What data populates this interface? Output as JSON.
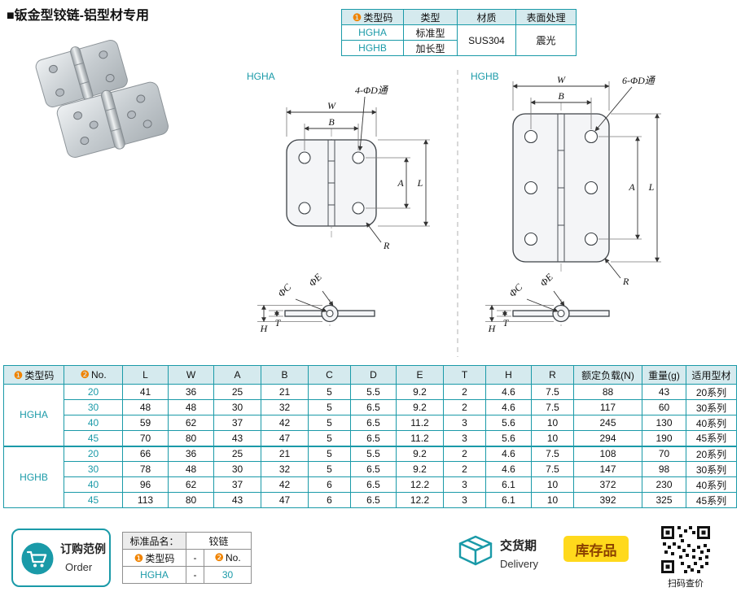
{
  "title": "■钣金型铰链-铝型材专用",
  "badges": {
    "b1": "❶",
    "b2": "❷"
  },
  "type_table": {
    "h_code": "类型码",
    "h_type": "类型",
    "h_material": "材质",
    "h_surface": "表面处理",
    "rows": [
      {
        "code": "HGHA",
        "type": "标准型"
      },
      {
        "code": "HGHB",
        "type": "加长型"
      }
    ],
    "material": "SUS304",
    "surface": "震光"
  },
  "drawings": {
    "left": {
      "name": "HGHA",
      "holes": "4-ΦD通"
    },
    "right": {
      "name": "HGHB",
      "holes": "6-ΦD通"
    },
    "dim_w": "W",
    "dim_b": "B",
    "dim_a": "A",
    "dim_l": "L",
    "dim_r": "R",
    "dim_c": "ΦC",
    "dim_e": "ΦE",
    "dim_t": "T",
    "dim_h": "H"
  },
  "spec_table": {
    "headers": [
      "类型码",
      "No.",
      "L",
      "W",
      "A",
      "B",
      "C",
      "D",
      "E",
      "T",
      "H",
      "R",
      "额定负载(N)",
      "重量(g)",
      "适用型材"
    ],
    "groups": [
      {
        "code": "HGHA",
        "rows": [
          [
            "20",
            "41",
            "36",
            "25",
            "21",
            "5",
            "5.5",
            "9.2",
            "2",
            "4.6",
            "7.5",
            "88",
            "43",
            "20系列"
          ],
          [
            "30",
            "48",
            "48",
            "30",
            "32",
            "5",
            "6.5",
            "9.2",
            "2",
            "4.6",
            "7.5",
            "117",
            "60",
            "30系列"
          ],
          [
            "40",
            "59",
            "62",
            "37",
            "42",
            "5",
            "6.5",
            "11.2",
            "3",
            "5.6",
            "10",
            "245",
            "130",
            "40系列"
          ],
          [
            "45",
            "70",
            "80",
            "43",
            "47",
            "5",
            "6.5",
            "11.2",
            "3",
            "5.6",
            "10",
            "294",
            "190",
            "45系列"
          ]
        ]
      },
      {
        "code": "HGHB",
        "rows": [
          [
            "20",
            "66",
            "36",
            "25",
            "21",
            "5",
            "5.5",
            "9.2",
            "2",
            "4.6",
            "7.5",
            "108",
            "70",
            "20系列"
          ],
          [
            "30",
            "78",
            "48",
            "30",
            "32",
            "5",
            "6.5",
            "9.2",
            "2",
            "4.6",
            "7.5",
            "147",
            "98",
            "30系列"
          ],
          [
            "40",
            "96",
            "62",
            "37",
            "42",
            "6",
            "6.5",
            "12.2",
            "3",
            "6.1",
            "10",
            "372",
            "230",
            "40系列"
          ],
          [
            "45",
            "113",
            "80",
            "43",
            "47",
            "6",
            "6.5",
            "12.2",
            "3",
            "6.1",
            "10",
            "392",
            "325",
            "45系列"
          ]
        ]
      }
    ]
  },
  "footer": {
    "order_cn": "订购范例",
    "order_en": "Order",
    "sample_name_label": "标准品名：",
    "sample_name": "铰链",
    "sample_col1": "类型码",
    "sample_dash": "-",
    "sample_col2": "No.",
    "sample_val1": "HGHA",
    "sample_sep": "-",
    "sample_val2": "30",
    "delivery_cn": "交货期",
    "delivery_en": "Delivery",
    "stock": "库存品",
    "qr_caption": "扫码查价"
  },
  "colors": {
    "accent": "#1a9aa8",
    "header_bg": "#d5eaee",
    "badge_orange": "#f08300",
    "stock_bg": "#ffd91c",
    "stock_text": "#8b4000"
  }
}
